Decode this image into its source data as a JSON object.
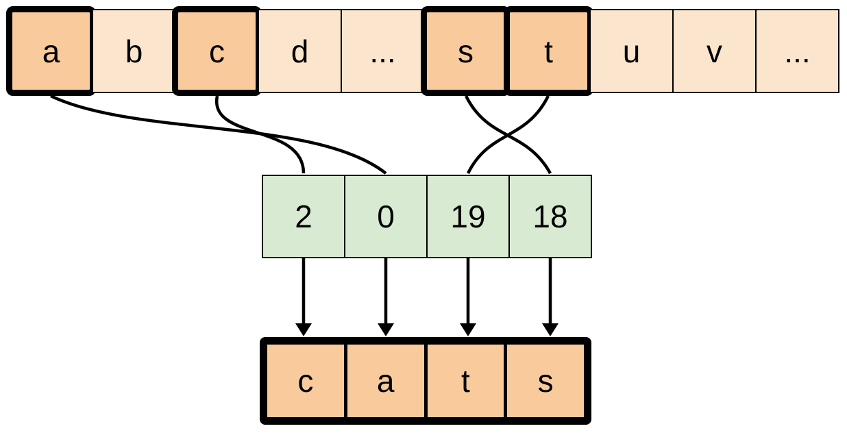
{
  "colors": {
    "alphabet_cell_fill": "#FCE5CD",
    "highlight_cell_fill": "#F9CB9C",
    "index_cell_fill": "#D9EAD3",
    "result_cell_fill": "#F9CB9C",
    "stroke": "#000000",
    "background": "#FFFFFF"
  },
  "alphabet_row": {
    "cells": [
      {
        "label": "a",
        "highlighted": true
      },
      {
        "label": "b",
        "highlighted": false
      },
      {
        "label": "c",
        "highlighted": true
      },
      {
        "label": "d",
        "highlighted": false
      },
      {
        "label": "...",
        "highlighted": false
      },
      {
        "label": "s",
        "highlighted": true
      },
      {
        "label": "t",
        "highlighted": true
      },
      {
        "label": "u",
        "highlighted": false
      },
      {
        "label": "v",
        "highlighted": false
      },
      {
        "label": "...",
        "highlighted": false
      }
    ]
  },
  "index_row": {
    "cells": [
      {
        "value": "2"
      },
      {
        "value": "0"
      },
      {
        "value": "19"
      },
      {
        "value": "18"
      }
    ]
  },
  "result_row": {
    "cells": [
      {
        "letter": "c"
      },
      {
        "letter": "a"
      },
      {
        "letter": "t"
      },
      {
        "letter": "s"
      }
    ]
  },
  "connections": {
    "curves": [
      {
        "from_letter": "a",
        "to_index_value": "0"
      },
      {
        "from_letter": "c",
        "to_index_value": "2"
      },
      {
        "from_letter": "s",
        "to_index_value": "18"
      },
      {
        "from_letter": "t",
        "to_index_value": "19"
      }
    ],
    "arrows": [
      {
        "from_index_value": "2",
        "to_result_letter": "c"
      },
      {
        "from_index_value": "0",
        "to_result_letter": "a"
      },
      {
        "from_index_value": "19",
        "to_result_letter": "t"
      },
      {
        "from_index_value": "18",
        "to_result_letter": "s"
      }
    ]
  }
}
